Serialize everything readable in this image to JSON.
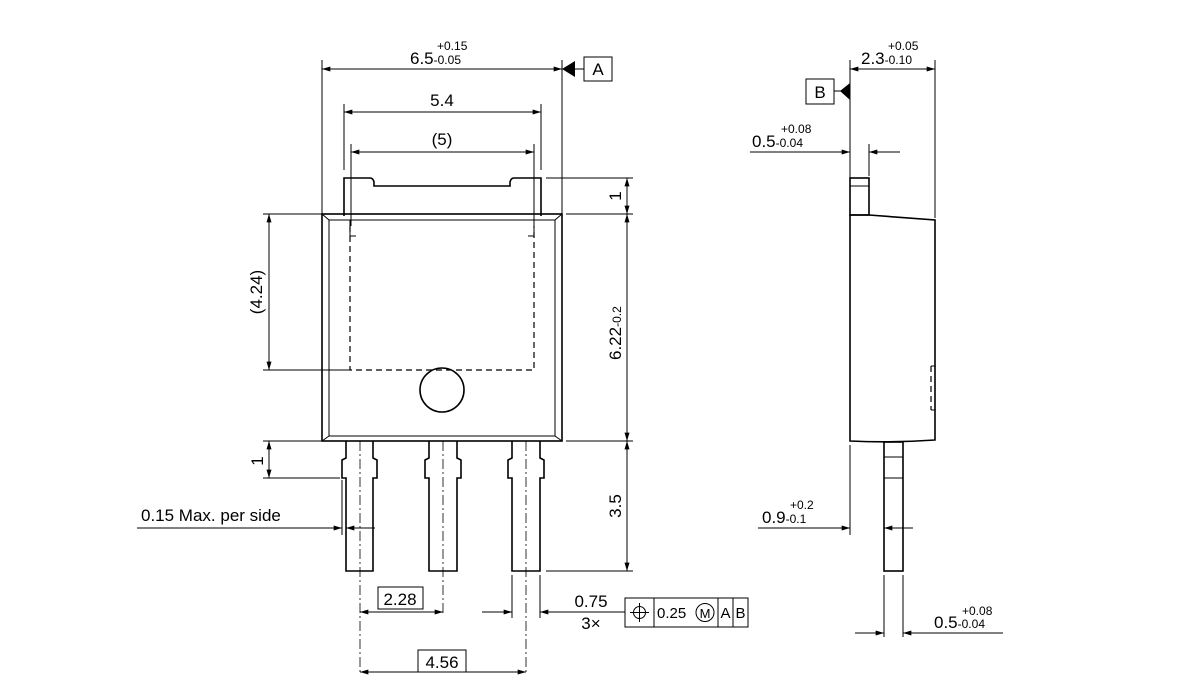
{
  "front_view": {
    "width_total": {
      "value": "6.5",
      "upper": "+0.15",
      "lower": "-0.05"
    },
    "datum_a": "A",
    "tab_width": "5.4",
    "tab_inner_width": "(5)",
    "tab_height": "1",
    "body_height": {
      "value": "6.22",
      "lower": "-0.2"
    },
    "pad_height": "(4.24)",
    "lead_shoulder": "1",
    "lead_note": "0.15 Max. per side",
    "lead_length": "3.5",
    "pitch": "2.28",
    "pitch_double": "4.56",
    "lead_width": "0.75",
    "lead_count": "3×",
    "position_tolerance": {
      "symbol": "position-icon",
      "value": "0.25",
      "modifier": "M",
      "datum1": "A",
      "datum2": "B"
    }
  },
  "side_view": {
    "datum_b": "B",
    "thickness": {
      "value": "2.3",
      "upper": "+0.05",
      "lower": "-0.10"
    },
    "tab_thickness": {
      "value": "0.5",
      "upper": "+0.08",
      "lower": "-0.04"
    },
    "standoff": {
      "value": "0.9",
      "upper": "+0.2",
      "lower": "-0.1"
    },
    "lead_thickness": {
      "value": "0.5",
      "upper": "+0.08",
      "lower": "-0.04"
    }
  }
}
